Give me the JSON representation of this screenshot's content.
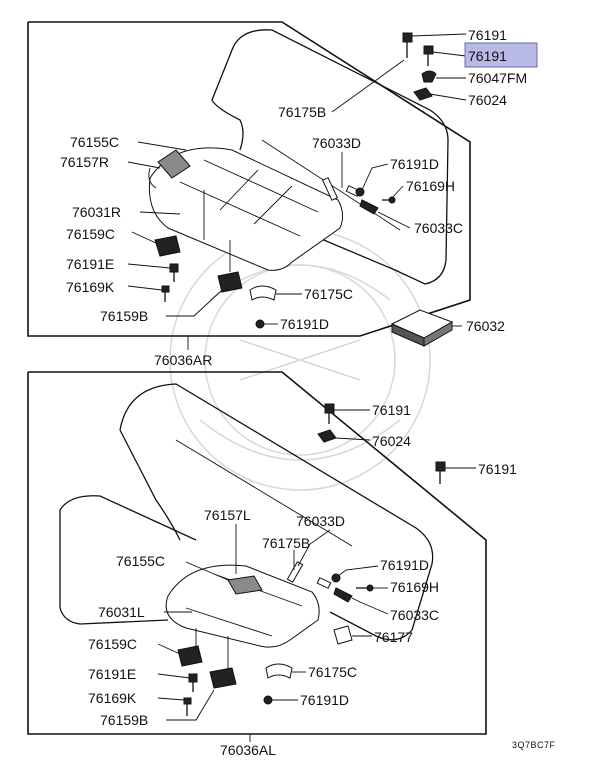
{
  "labels": {
    "top_76191_a": "76191",
    "top_76191_b": "76191",
    "top_76047fm": "76047FM",
    "top_76024": "76024",
    "top_76175b": "76175B",
    "top_76155c": "76155C",
    "top_76157r": "76157R",
    "top_76033d": "76033D",
    "top_76191d": "76191D",
    "top_76169h": "76169H",
    "top_76031r": "76031R",
    "top_76033c": "76033C",
    "top_76159c": "76159C",
    "top_76191e": "76191E",
    "top_76169k": "76169K",
    "top_76175c": "76175C",
    "top_76159b": "76159B",
    "top_76191d2": "76191D",
    "mid_76032": "76032",
    "assy_76036ar": "76036AR",
    "bot_76191_a": "76191",
    "bot_76024": "76024",
    "bot_76191_b": "76191",
    "bot_76157l": "76157L",
    "bot_76033d": "76033D",
    "bot_76175b": "76175B",
    "bot_76155c": "76155C",
    "bot_76191d": "76191D",
    "bot_76169h": "76169H",
    "bot_76031l": "76031L",
    "bot_76033c": "76033C",
    "bot_76177": "76177",
    "bot_76159c": "76159C",
    "bot_76175c": "76175C",
    "bot_76191e": "76191E",
    "bot_76191d2": "76191D",
    "bot_76169k": "76169K",
    "bot_76159b": "76159B",
    "assy_76036al": "76036AL"
  },
  "diagram_code": "3Q7BC7F",
  "colors": {
    "highlight_fill": "#b9b9e6",
    "highlight_border": "#6a6ab0",
    "line": "#111111"
  }
}
